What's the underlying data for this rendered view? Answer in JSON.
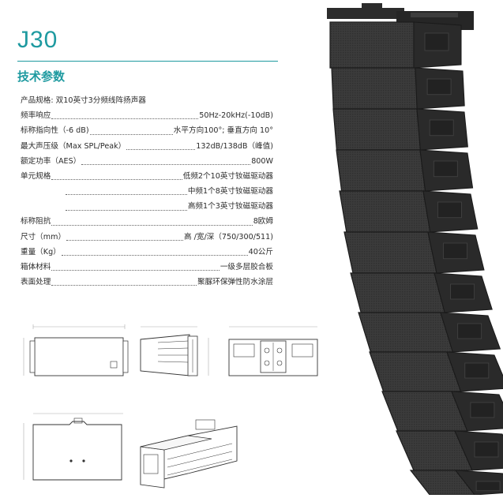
{
  "title": "J30",
  "subtitle": "技术参数",
  "specs": [
    {
      "label": "产品规格: 双10英寸3分频线阵扬声器",
      "value": ""
    },
    {
      "label": "频率响应",
      "value": "50Hz-20kHz(-10dB)"
    },
    {
      "label": "标称指向性（-6 dB)",
      "value": "水平方向100°; 垂直方向 10°"
    },
    {
      "label": "最大声压级（Max SPL/Peak）",
      "value": "132dB/138dB（峰值)"
    },
    {
      "label": "额定功率（AES）",
      "value": "800W"
    },
    {
      "label": "单元规格",
      "value": "低频2个10英寸钕磁驱动器"
    },
    {
      "label": "",
      "value": "中频1个8英寸钕磁驱动器"
    },
    {
      "label": "",
      "value": "高频1个3英寸钕磁驱动器"
    },
    {
      "label": "标称阻抗",
      "value": "8欧姆"
    },
    {
      "label": "尺寸（mm）",
      "value": "高 /宽/深（750/300/511)"
    },
    {
      "label": "重量（Kg）",
      "value": "40公斤"
    },
    {
      "label": "箱体材料",
      "value": "一级多层胶合板"
    },
    {
      "label": "表面处理",
      "value": "聚脲环保弹性防水涂层"
    }
  ],
  "colors": {
    "accent": "#1e9aa0",
    "speaker": "#3a3a3a"
  }
}
